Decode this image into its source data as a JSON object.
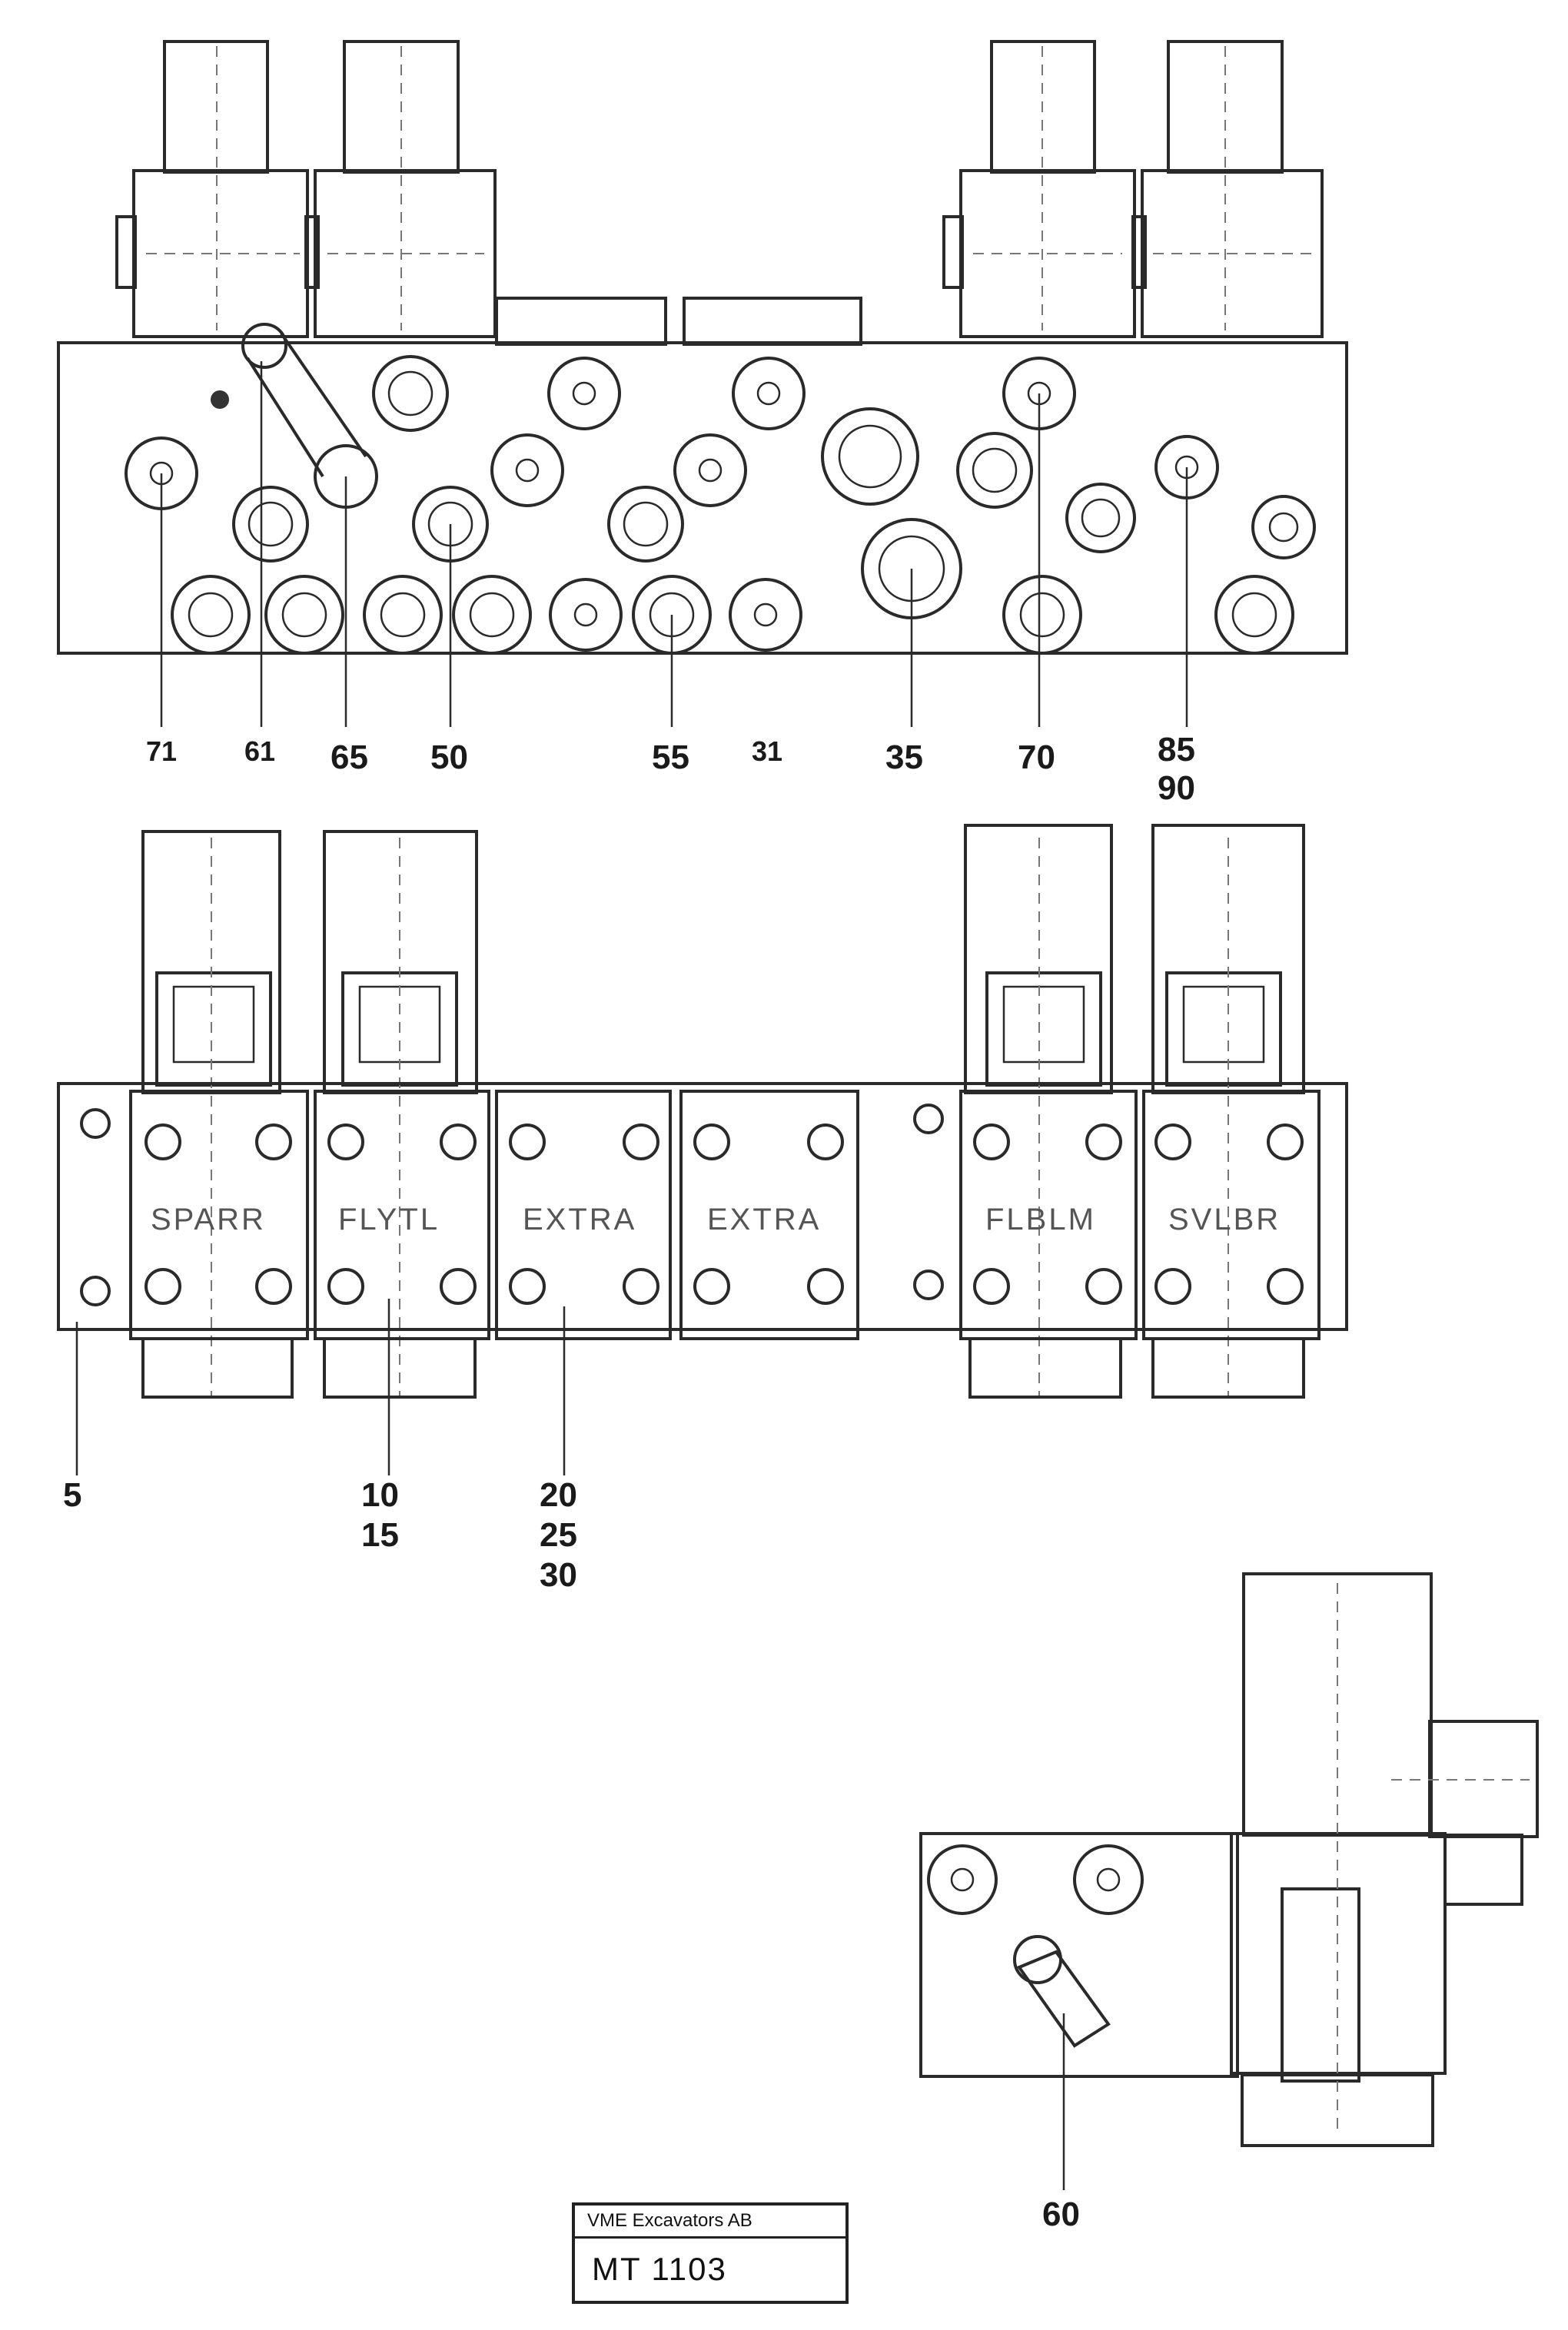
{
  "top_view": {
    "callouts": [
      "71",
      "61",
      "65",
      "50",
      "55",
      "31",
      "35",
      "70",
      "85",
      "90"
    ]
  },
  "front_view": {
    "valve_labels": [
      "SPARR",
      "FLYTL",
      "EXTRA",
      "EXTRA",
      "FLBLM",
      "SVLBR"
    ],
    "callouts": [
      "5",
      "10",
      "15",
      "20",
      "25",
      "30"
    ]
  },
  "detail_view": {
    "callouts": [
      "60"
    ]
  },
  "title_block": {
    "company": "VME Excavators AB",
    "code": "MT 1103"
  }
}
